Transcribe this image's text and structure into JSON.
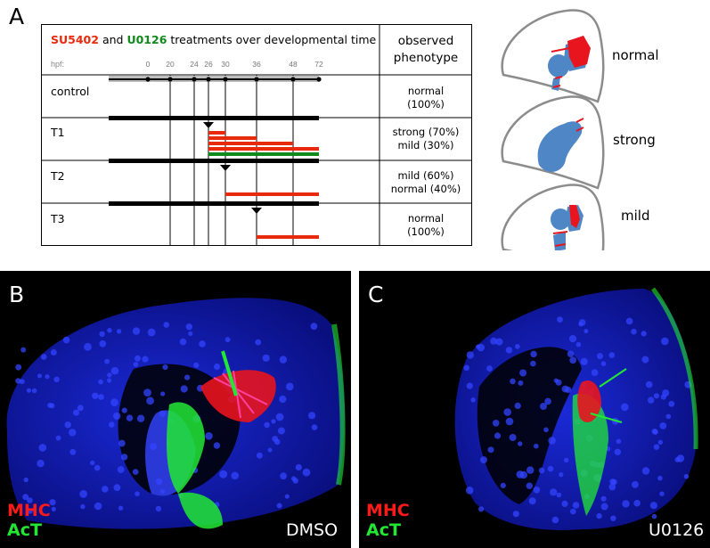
{
  "panels": {
    "a": "A",
    "b": "B",
    "c": "C"
  },
  "table": {
    "title_su": "SU5402",
    "title_and": "and",
    "title_u": "U0126",
    "title_rest": "treatments over developmental time",
    "phenotype_header": [
      "observed",
      "phenotype"
    ],
    "hpf_label": "hpf:",
    "ticks": [
      "0",
      "20",
      "24",
      "26",
      "30",
      "36",
      "48",
      "72"
    ],
    "tick_hours": [
      0,
      20,
      24,
      26,
      30,
      36,
      48,
      72
    ],
    "rows": [
      {
        "name": "control",
        "phenotype": [
          "normal",
          "(100%)"
        ],
        "treatment_start_hpf": null
      },
      {
        "name": "T1",
        "phenotype": [
          "strong (70%)",
          "mild (30%)"
        ],
        "treatment_start_hpf": 26
      },
      {
        "name": "T2",
        "phenotype": [
          "mild (60%)",
          "normal (40%)"
        ],
        "treatment_start_hpf": 30
      },
      {
        "name": "T3",
        "phenotype": [
          "normal",
          "(100%)"
        ],
        "treatment_start_hpf": 36
      }
    ],
    "colors": {
      "su5402": "#e8290c",
      "u0126": "#0f8a1c"
    }
  },
  "hearts": {
    "labels": [
      "normal",
      "strong",
      "mild"
    ],
    "colors": {
      "myocardium": "#4f86c6",
      "marker": "#e8141e",
      "outline": "#8c8c8c"
    }
  },
  "micrographs": {
    "b": {
      "stain_red": "MHC",
      "stain_green": "AcT",
      "treatment": "DMSO"
    },
    "c": {
      "stain_red": "MHC",
      "stain_green": "AcT",
      "treatment": "U0126"
    },
    "colors": {
      "red": "#e8141e",
      "green": "#22e834",
      "blue": "#2233ff"
    }
  }
}
